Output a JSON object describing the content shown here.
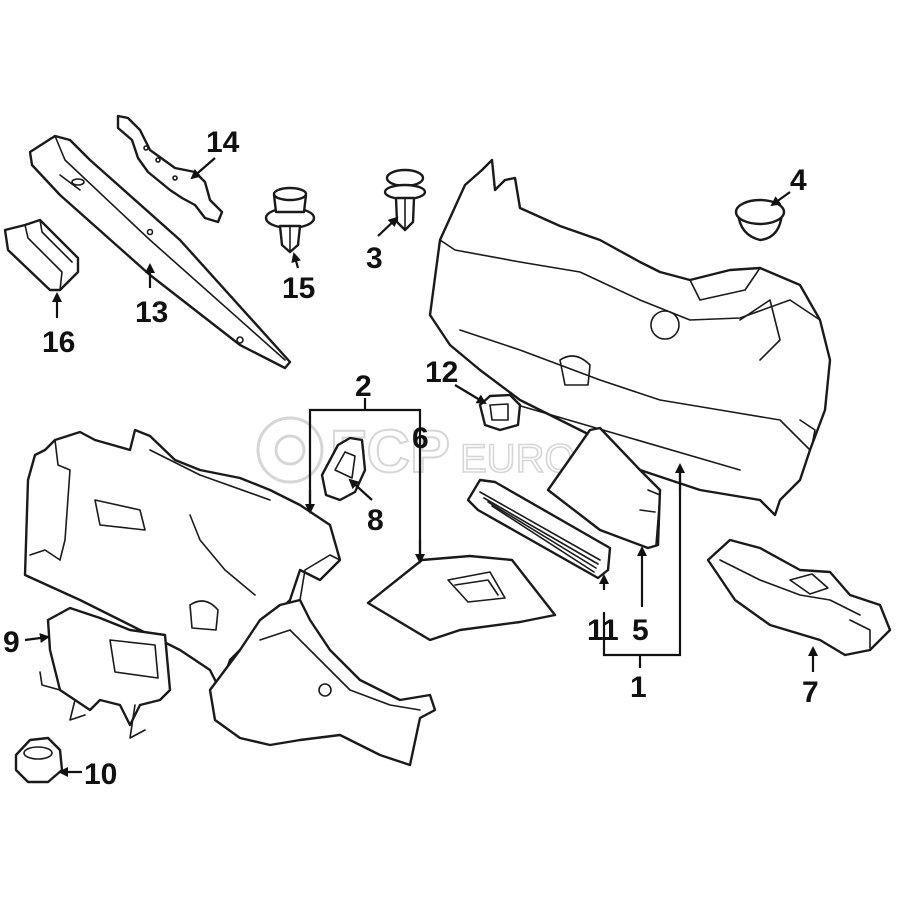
{
  "watermark": {
    "brand": "FCP",
    "suffix": "EURO"
  },
  "callouts": {
    "c1": "1",
    "c2": "2",
    "c3": "3",
    "c4": "4",
    "c5": "5",
    "c6": "6",
    "c7": "7",
    "c8": "8",
    "c9": "9",
    "c10": "10",
    "c11": "11",
    "c12": "12",
    "c13": "13",
    "c14": "14",
    "c15": "15",
    "c16": "16"
  }
}
